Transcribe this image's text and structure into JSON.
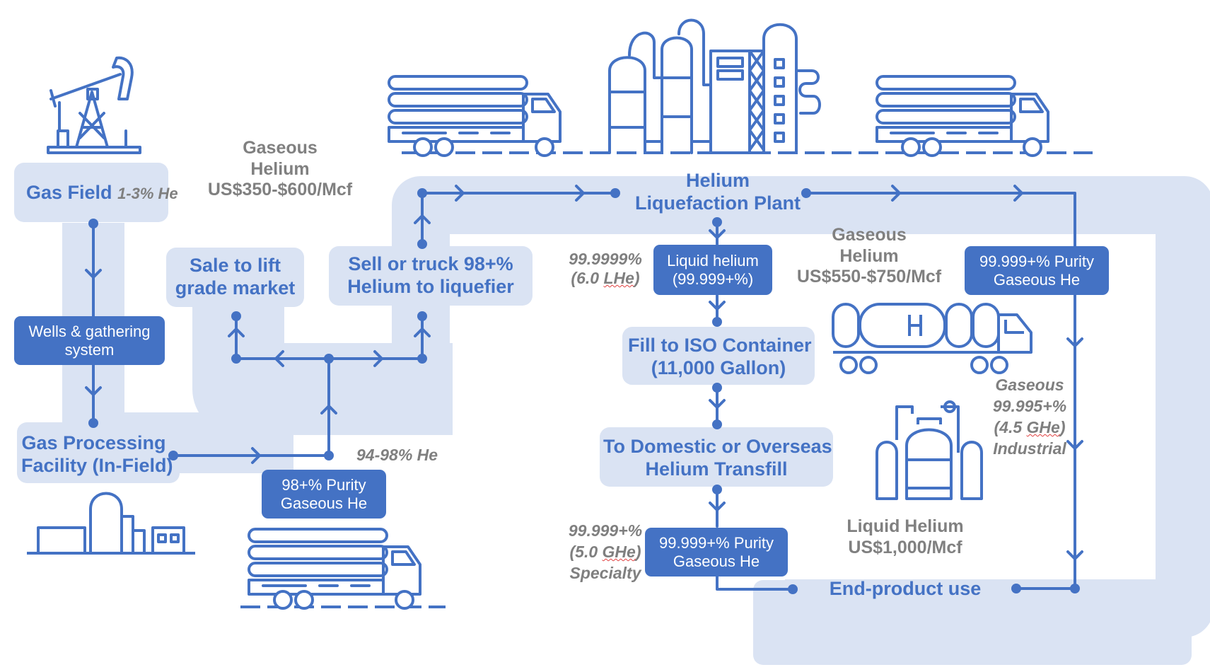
{
  "nodes": {
    "gas_field": {
      "label": "Gas Field",
      "note": "1-3% He"
    },
    "wells": {
      "line1": "Wells & gathering",
      "line2": "system"
    },
    "processing": {
      "line1": "Gas Processing",
      "line2": "Facility (In-Field)"
    },
    "purity_98": {
      "line1": "98+% Purity",
      "line2": "Gaseous He"
    },
    "note_94_98": "94-98% He",
    "lift_grade": {
      "line1": "Sale to lift",
      "line2": "grade market"
    },
    "sell_truck": {
      "line1": "Sell or truck 98+%",
      "line2": "Helium to liquefier"
    },
    "liquefaction": {
      "line1": "Helium",
      "line2": "Liquefaction Plant"
    },
    "liquid_helium_box": {
      "line1": "Liquid helium",
      "line2": "(99.999+%)"
    },
    "note_lhe": {
      "line1": "99.9999%",
      "prefix": "(6.0 ",
      "underlined": "LHe",
      "suffix": ")"
    },
    "iso_fill": {
      "line1": "Fill to ISO Container",
      "line2": "(11,000 Gallon)"
    },
    "transfill": {
      "line1": "To Domestic or Overseas",
      "line2": "Helium Transfill"
    },
    "specialty_box": {
      "line1": "99.999+% Purity",
      "line2": "Gaseous He"
    },
    "note_specialty": {
      "line1": "99.999+%",
      "prefix": "(5.0 ",
      "underlined": "GHe",
      "suffix": ")",
      "line3": "Specialty"
    },
    "right_purity_box": {
      "line1": "99.999+% Purity",
      "line2": "Gaseous He"
    },
    "note_industrial": {
      "line1": "Gaseous",
      "line2": "99.995+%",
      "prefix": "(4.5 ",
      "underlined": "GHe",
      "suffix": ")",
      "line4": "Industrial"
    },
    "end_use": "End-product use"
  },
  "prices": {
    "gaseous_low": {
      "line1": "Gaseous",
      "line2": "Helium",
      "line3": "US$350-$600/Mcf"
    },
    "gaseous_high": {
      "line1": "Gaseous",
      "line2": "Helium",
      "line3": "US$550-$750/Mcf"
    },
    "liquid": {
      "line1": "Liquid Helium",
      "line2": "US$1,000/Mcf"
    }
  },
  "icons": [
    "oil-pumpjack-icon",
    "processing-facility-icon",
    "tube-trailer-truck-icon",
    "liquefaction-plant-icon",
    "iso-container-truck-icon",
    "dewar-storage-icon"
  ],
  "colors": {
    "primary": "#4472c4",
    "band": "#dae3f3",
    "grey_text": "#808080",
    "white": "#ffffff"
  }
}
